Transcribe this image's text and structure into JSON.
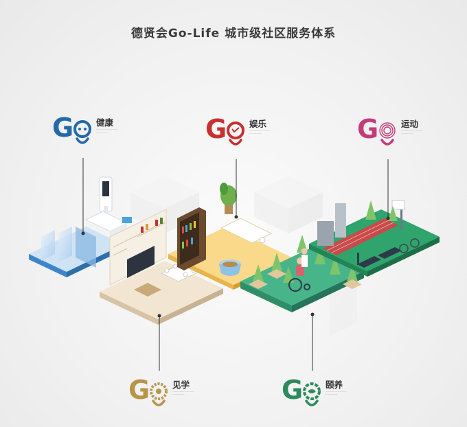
{
  "title": "德贤会Go-Life 城市级社区服务体系",
  "brand_prefix": "G",
  "modules": [
    {
      "key": "health",
      "label": "健康",
      "color": "#2469a8"
    },
    {
      "key": "entertainment",
      "label": "娱乐",
      "color": "#c8302f"
    },
    {
      "key": "sports",
      "label": "运动",
      "color": "#c43a7a"
    },
    {
      "key": "learning",
      "label": "见学",
      "color": "#b89449"
    },
    {
      "key": "care",
      "label": "颐养",
      "color": "#2d8a5c"
    }
  ]
}
